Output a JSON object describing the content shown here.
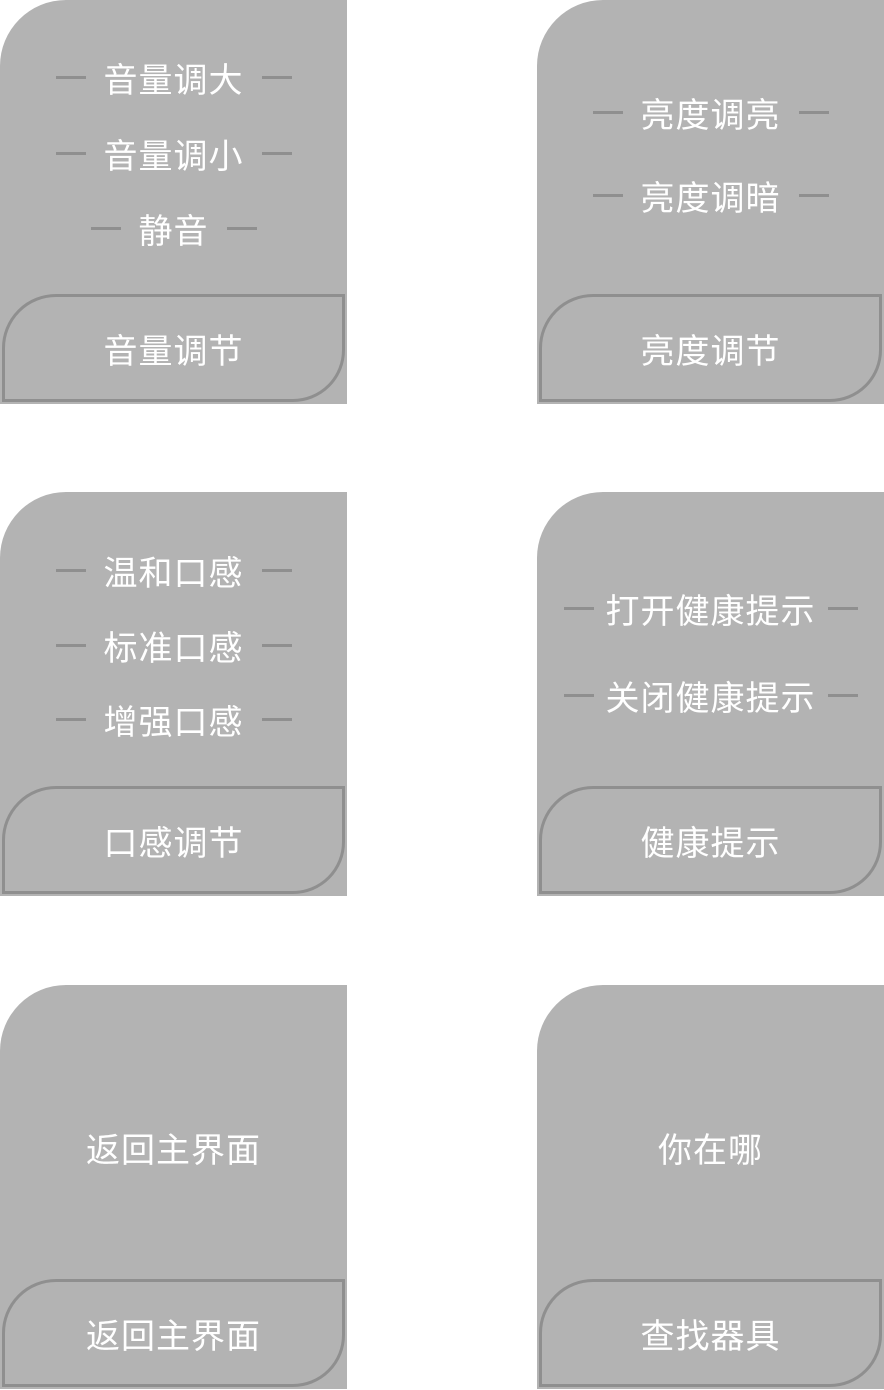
{
  "cards": [
    {
      "options": [
        "音量调大",
        "音量调小",
        "静音"
      ],
      "footer": "音量调节"
    },
    {
      "options": [
        "亮度调亮",
        "亮度调暗"
      ],
      "footer": "亮度调节"
    },
    {
      "options": [
        "温和口感",
        "标准口感",
        "增强口感"
      ],
      "footer": "口感调节"
    },
    {
      "options": [
        "打开健康提示",
        "关闭健康提示"
      ],
      "footer": "健康提示"
    },
    {
      "center": "返回主界面",
      "footer": "返回主界面"
    },
    {
      "center": "你在哪",
      "footer": "查找器具"
    }
  ],
  "colors": {
    "card": "#b3b3b3",
    "border": "#8f8f8f",
    "text": "#ffffff"
  }
}
